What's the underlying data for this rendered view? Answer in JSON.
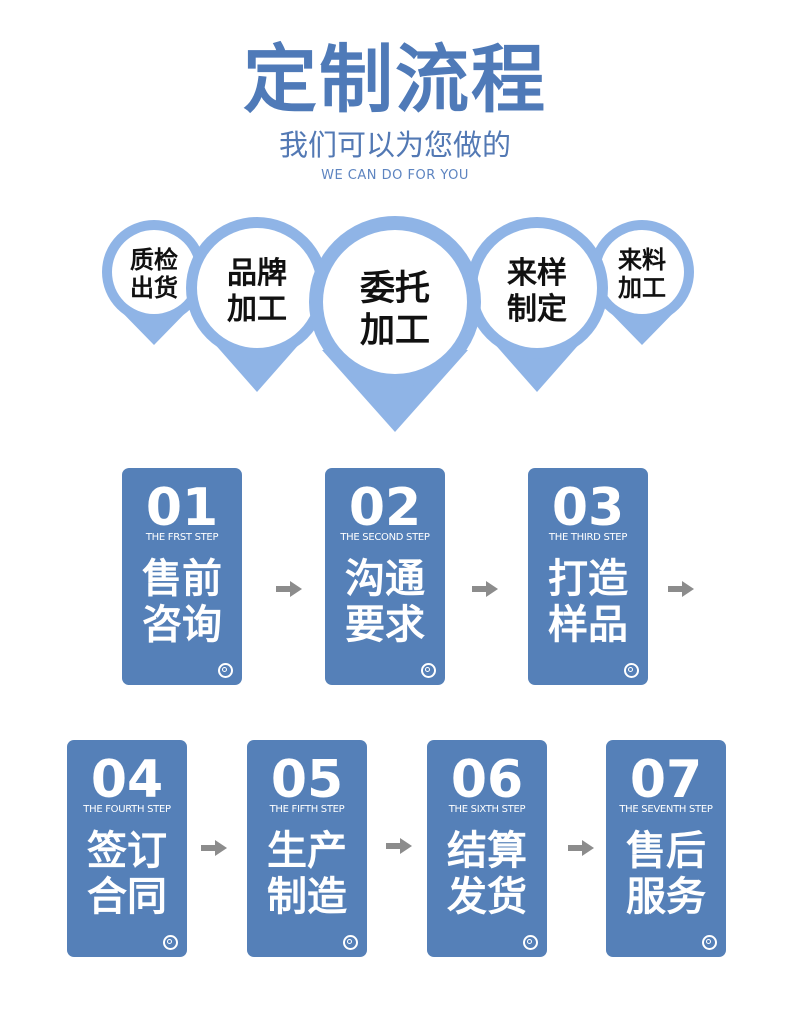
{
  "header": {
    "title": "定制流程",
    "subtitle": "我们可以为您做的",
    "subtitle_en": "WE CAN DO FOR YOU"
  },
  "services": [
    {
      "label": "质检\n出货"
    },
    {
      "label": "品牌\n加工"
    },
    {
      "label": "委托\n加工"
    },
    {
      "label": "来样\n制定"
    },
    {
      "label": "来料\n加工"
    }
  ],
  "steps": [
    {
      "number": "01",
      "en": "THE FRST STEP",
      "cn": "售前\n咨询"
    },
    {
      "number": "02",
      "en": "THE SECOND STEP",
      "cn": "沟通\n要求"
    },
    {
      "number": "03",
      "en": "THE THIRD STEP",
      "cn": "打造\n样品"
    },
    {
      "number": "04",
      "en": "THE FOURTH STEP",
      "cn": "签订\n合同"
    },
    {
      "number": "05",
      "en": "THE FIFTH STEP",
      "cn": "生产\n制造"
    },
    {
      "number": "06",
      "en": "THE SIXTH STEP",
      "cn": "结算\n发货"
    },
    {
      "number": "07",
      "en": "THE SEVENTH STEP",
      "cn": "售后\n服务"
    }
  ],
  "colors": {
    "primary": "#5580b8",
    "title": "#4f7ab8",
    "pin_ring": "#8fb4e6",
    "arrow": "#8c8c8c"
  }
}
